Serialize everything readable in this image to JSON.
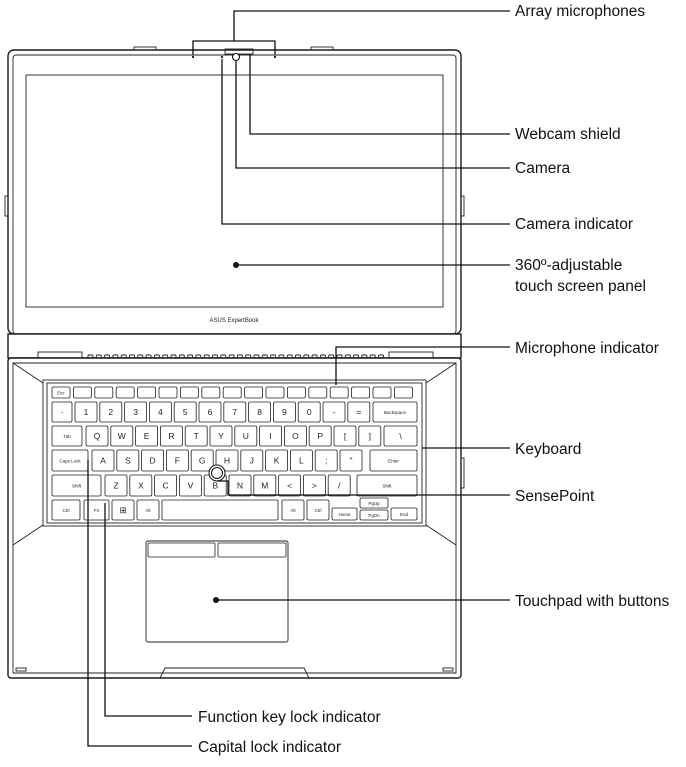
{
  "callouts": {
    "array_microphones": "Array microphones",
    "webcam_shield": "Webcam shield",
    "camera": "Camera",
    "camera_indicator": "Camera indicator",
    "screen_line1": "360º-adjustable",
    "screen_line2": "touch screen panel",
    "microphone_indicator": "Microphone indicator",
    "keyboard": "Keyboard",
    "sensepoint": "SensePoint",
    "touchpad": "Touchpad with buttons",
    "function_lock": "Function key lock indicator",
    "caps_lock": "Capital lock indicator"
  },
  "laptop": {
    "brand": "ASUS ExpertBook"
  },
  "keyboard_rows": [
    [
      "Esc",
      "",
      "",
      "",
      "",
      "",
      "",
      "",
      "",
      "",
      "",
      "",
      "",
      "",
      "",
      "",
      ""
    ],
    [
      "~",
      "!",
      "@",
      "#",
      "$",
      "%",
      "^",
      "&",
      "*",
      "(",
      ")",
      "_",
      "+",
      "Backspace"
    ],
    [
      "Tab",
      "Q",
      "W",
      "E",
      "R",
      "T",
      "Y",
      "U",
      "I",
      "O",
      "P",
      "[",
      "]",
      "\\"
    ],
    [
      "Caps Lock",
      "A",
      "S",
      "D",
      "F",
      "G",
      "H",
      "J",
      "K",
      "L",
      ";",
      "'",
      "Enter"
    ],
    [
      "Shift",
      "Z",
      "X",
      "C",
      "V",
      "B",
      "N",
      "M",
      "<",
      ">",
      "?",
      "Shift"
    ],
    [
      "Ctrl",
      "Fn",
      "⊞",
      "Alt",
      "",
      "Alt",
      "Ctrl",
      "Home",
      "PgUp",
      "PgDn",
      "End"
    ]
  ],
  "keyboard_alpha": {
    "row1": [
      "1",
      "2",
      "3",
      "4",
      "5",
      "6",
      "7",
      "8",
      "9",
      "0",
      "-",
      "="
    ],
    "row2": [
      "Q",
      "W",
      "E",
      "R",
      "T",
      "Y",
      "U",
      "I",
      "O",
      "P",
      "[",
      "]"
    ],
    "row3": [
      "A",
      "S",
      "D",
      "F",
      "G",
      "H",
      "J",
      "K",
      "L",
      ";",
      "\""
    ],
    "row4": [
      "Z",
      "X",
      "C",
      "V",
      "B",
      "N",
      "M",
      "<",
      ">",
      "/"
    ]
  }
}
